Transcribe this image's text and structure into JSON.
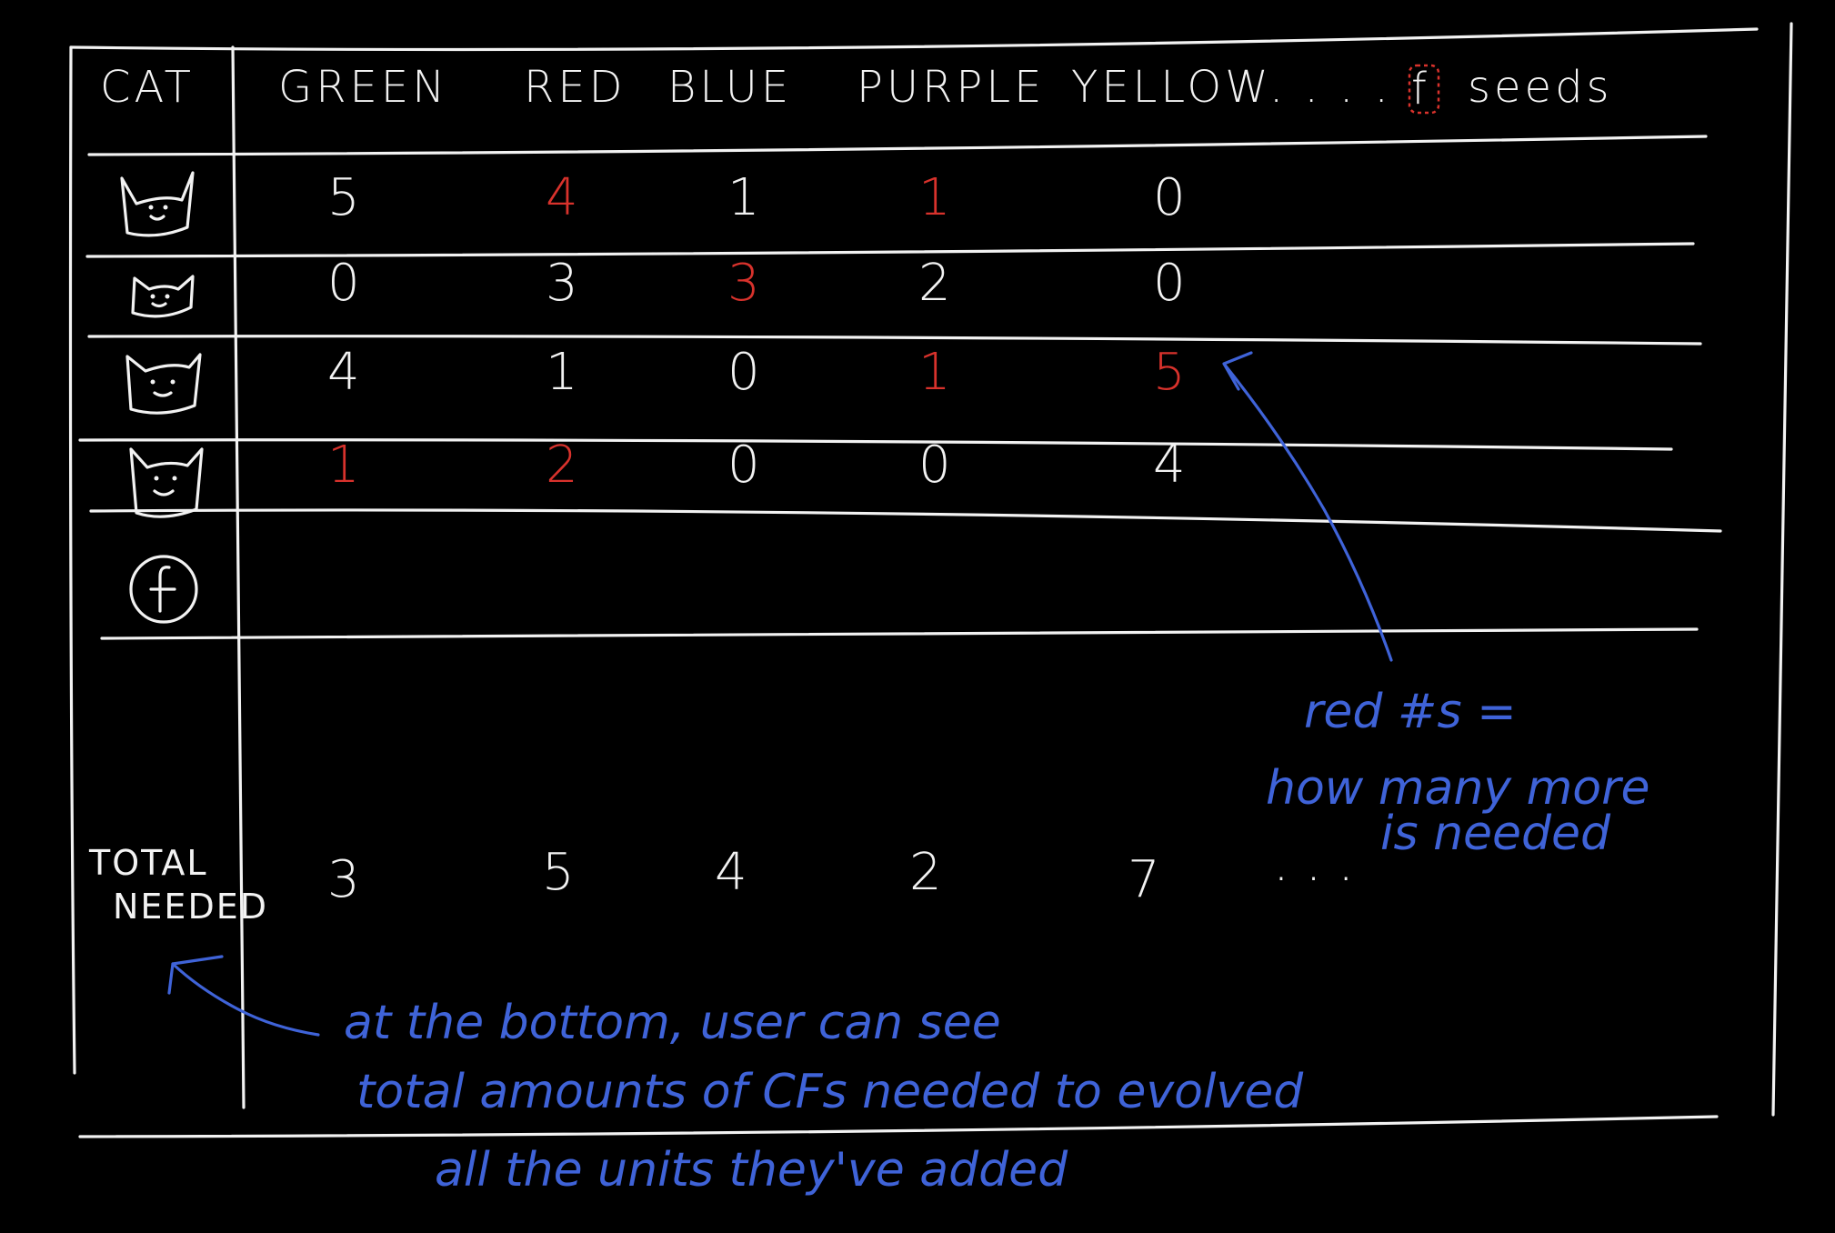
{
  "header": {
    "cat_label": "CAT",
    "columns": [
      "GREEN",
      "RED",
      "BLUE",
      "PURPLE",
      "YELLOW"
    ],
    "ellipsis": ". . . .",
    "seeds_label": "seeds",
    "seeds_icon_letter": "f"
  },
  "rows": [
    {
      "icon": "cat-face-1-icon",
      "cells": [
        {
          "v": "5",
          "red": false
        },
        {
          "v": "4",
          "red": true
        },
        {
          "v": "1",
          "red": false
        },
        {
          "v": "1",
          "red": true
        },
        {
          "v": "0",
          "red": false
        }
      ]
    },
    {
      "icon": "cat-face-2-icon",
      "cells": [
        {
          "v": "0",
          "red": false
        },
        {
          "v": "3",
          "red": false
        },
        {
          "v": "3",
          "red": true
        },
        {
          "v": "2",
          "red": false
        },
        {
          "v": "0",
          "red": false
        }
      ]
    },
    {
      "icon": "cat-face-3-icon",
      "cells": [
        {
          "v": "4",
          "red": false
        },
        {
          "v": "1",
          "red": false
        },
        {
          "v": "0",
          "red": false
        },
        {
          "v": "1",
          "red": true
        },
        {
          "v": "5",
          "red": true
        }
      ]
    },
    {
      "icon": "cat-face-4-icon",
      "cells": [
        {
          "v": "1",
          "red": true
        },
        {
          "v": "2",
          "red": true
        },
        {
          "v": "0",
          "red": false
        },
        {
          "v": "0",
          "red": false
        },
        {
          "v": "4",
          "red": false
        }
      ]
    },
    {
      "icon": "seed-f-circle-icon",
      "cells": []
    }
  ],
  "total": {
    "label_line1": "TOTAL",
    "label_line2": "NEEDED",
    "values": [
      "3",
      "5",
      "4",
      "2",
      "7"
    ],
    "ellipsis": ". . ."
  },
  "notes": {
    "red_line1": "red #s =",
    "red_line2": "how many more",
    "red_line3": "is needed",
    "bottom_line1": "at the bottom, user can see",
    "bottom_line2": "total amounts of CFs needed to evolved",
    "bottom_line3": "all the units they've added"
  },
  "colors": {
    "ink": "#f2f2f2",
    "red": "#d8322c",
    "blue": "#3f63d8",
    "background": "#000000"
  }
}
